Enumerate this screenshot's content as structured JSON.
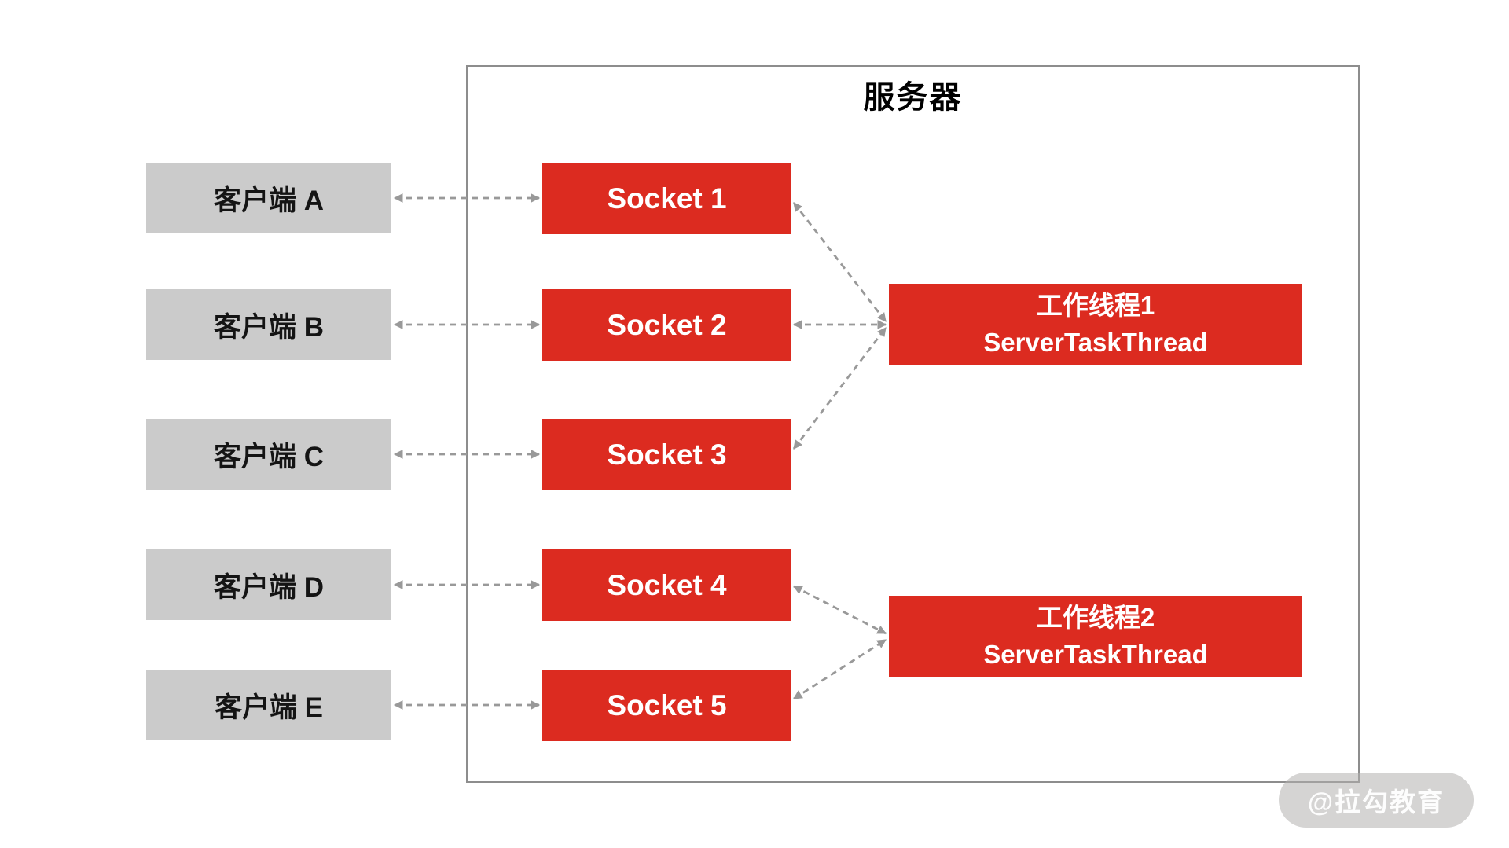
{
  "diagram": {
    "server_title": "服务器",
    "clients": [
      {
        "id": "client-a",
        "label": "客户端 A"
      },
      {
        "id": "client-b",
        "label": "客户端 B"
      },
      {
        "id": "client-c",
        "label": "客户端 C"
      },
      {
        "id": "client-d",
        "label": "客户端 D"
      },
      {
        "id": "client-e",
        "label": "客户端 E"
      }
    ],
    "sockets": [
      {
        "id": "socket-1",
        "label": "Socket 1"
      },
      {
        "id": "socket-2",
        "label": "Socket 2"
      },
      {
        "id": "socket-3",
        "label": "Socket 3"
      },
      {
        "id": "socket-4",
        "label": "Socket 4"
      },
      {
        "id": "socket-5",
        "label": "Socket 5"
      }
    ],
    "threads": [
      {
        "id": "worker-thread-1",
        "line1": "工作线程1",
        "line2": "ServerTaskThread"
      },
      {
        "id": "worker-thread-2",
        "line1": "工作线程2",
        "line2": "ServerTaskThread"
      }
    ],
    "edges": [
      {
        "from": "客户端 A",
        "to": "Socket 1",
        "style": "dashed-double-arrow"
      },
      {
        "from": "客户端 B",
        "to": "Socket 2",
        "style": "dashed-double-arrow"
      },
      {
        "from": "客户端 C",
        "to": "Socket 3",
        "style": "dashed-double-arrow"
      },
      {
        "from": "客户端 D",
        "to": "Socket 4",
        "style": "dashed-double-arrow"
      },
      {
        "from": "客户端 E",
        "to": "Socket 5",
        "style": "dashed-double-arrow"
      },
      {
        "from": "Socket 1",
        "to": "工作线程1 ServerTaskThread",
        "style": "dashed-double-arrow"
      },
      {
        "from": "Socket 2",
        "to": "工作线程1 ServerTaskThread",
        "style": "dashed-double-arrow"
      },
      {
        "from": "Socket 3",
        "to": "工作线程1 ServerTaskThread",
        "style": "dashed-double-arrow"
      },
      {
        "from": "Socket 4",
        "to": "工作线程2 ServerTaskThread",
        "style": "dashed-double-arrow"
      },
      {
        "from": "Socket 5",
        "to": "工作线程2 ServerTaskThread",
        "style": "dashed-double-arrow"
      }
    ],
    "watermark": "@拉勾教育",
    "colors": {
      "box_red": "#dc2b20",
      "client_gray": "#cbcbcb",
      "arrow_gray": "#999999",
      "border_gray": "#8d8d8d",
      "background": "#ffffff"
    }
  }
}
